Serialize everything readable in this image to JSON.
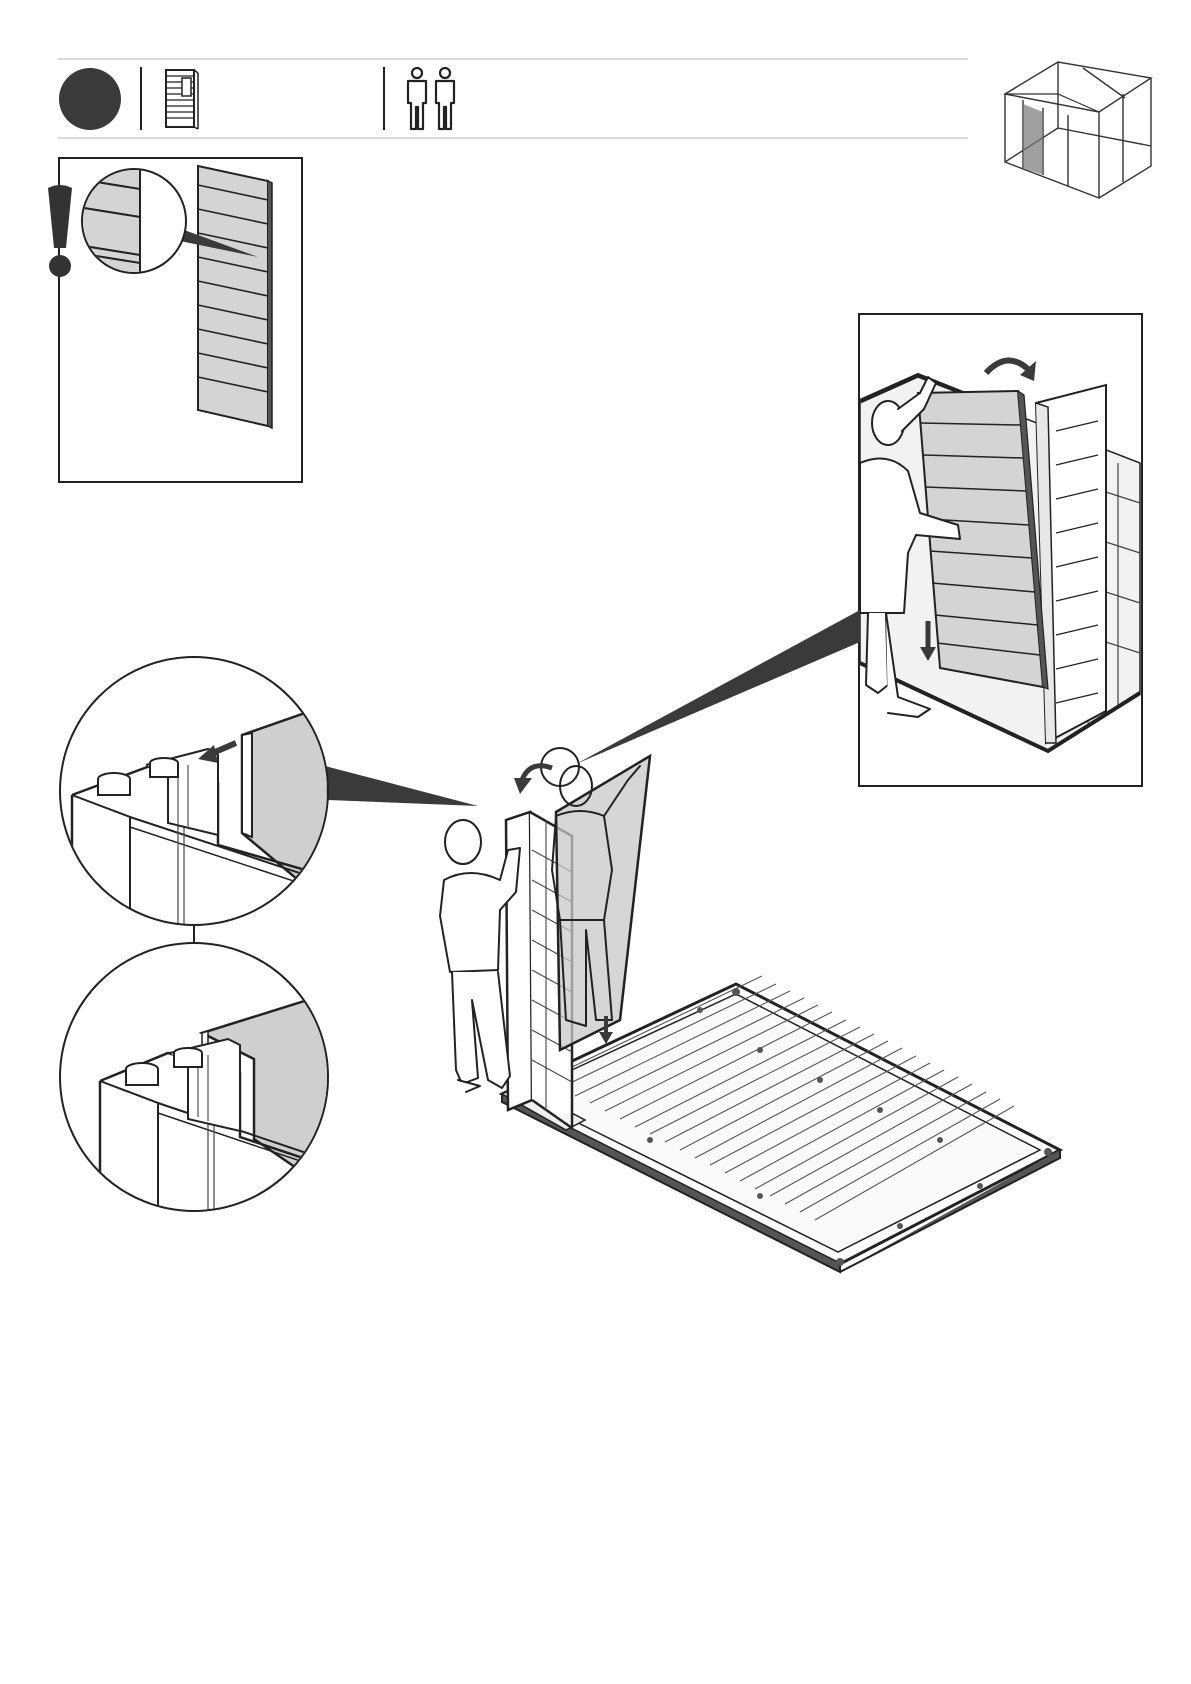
{
  "header": {
    "step_marker": "step-circle",
    "parts_icon": "wall-panel-icon",
    "people_icon": "two-persons-icon",
    "progress_icon": "shed-progress-icon"
  },
  "colors": {
    "ink": "#222222",
    "panel_gray": "#d4d4d4",
    "dark_gray": "#3a3a3a",
    "rule": "#cfcfcf"
  },
  "callouts": {
    "warning_box": "panel-orientation-detail",
    "right_inset": "panel-rotation-detail",
    "circle_top": "slot-insert-detail-before",
    "circle_bottom": "slot-insert-detail-after"
  }
}
